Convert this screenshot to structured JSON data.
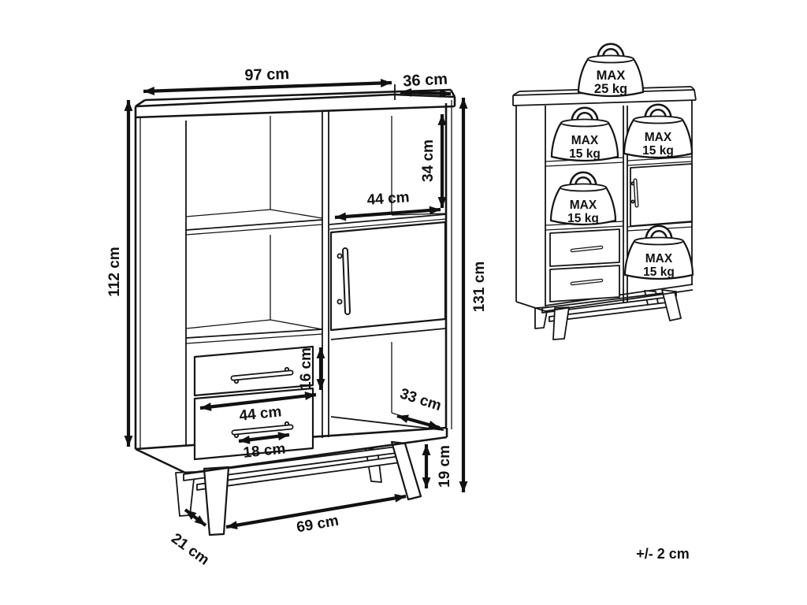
{
  "page": {
    "background": "#ffffff",
    "line_color": "#151515"
  },
  "left_diagram": {
    "description": "cabinet dimension drawing",
    "dims": {
      "top_width": "97 cm",
      "top_depth": "36 cm",
      "body_height": "112 cm",
      "total_height": "131 cm",
      "top_compartment_height": "34 cm",
      "top_compartment_width": "44 cm",
      "drawer_height": "16 cm",
      "drawer_width": "44 cm",
      "handle_width": "18 cm",
      "bottom_compartment_depth": "33 cm",
      "leg_height": "19 cm",
      "base_width": "69 cm",
      "base_depth": "21 cm"
    }
  },
  "right_diagram": {
    "description": "maximum load drawing",
    "loads": {
      "top_surface": {
        "label": "MAX",
        "value": "25 kg"
      },
      "top_left_shelf": {
        "label": "MAX",
        "value": "15 kg"
      },
      "top_right_shelf": {
        "label": "MAX",
        "value": "15 kg"
      },
      "middle_left_shelf": {
        "label": "MAX",
        "value": "15 kg"
      },
      "bottom_right_shelf": {
        "label": "MAX",
        "value": "15 kg"
      }
    }
  },
  "footer": {
    "tolerance_note": "+/- 2 cm"
  }
}
